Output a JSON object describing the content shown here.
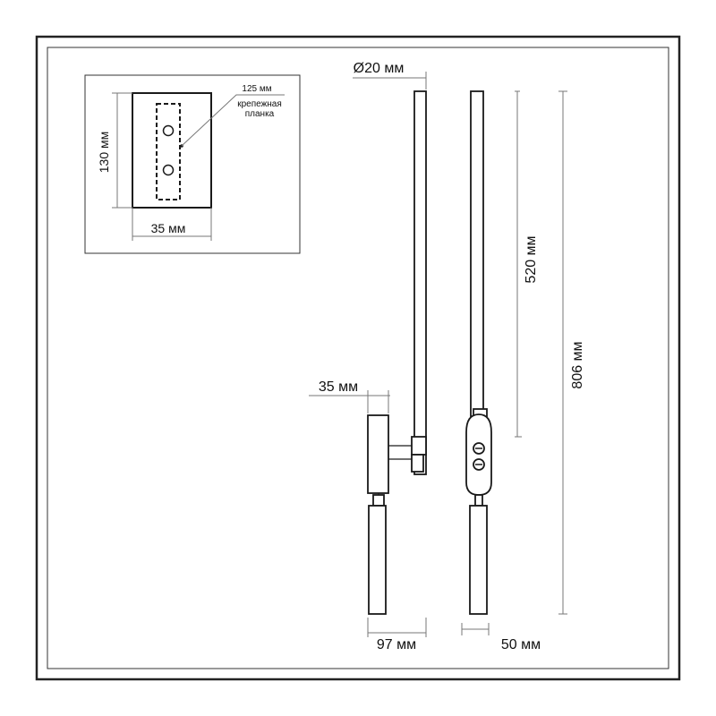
{
  "labels": {
    "plate_offset": "125 мм",
    "plate_name_1": "крепежная",
    "plate_name_2": "планка",
    "plate_height": "130 мм",
    "plate_width": "35 мм",
    "diameter": "Ø20 мм",
    "mount_depth": "35 мм",
    "upper_length": "520 мм",
    "total_length": "806 мм",
    "side_width": "97 мм",
    "front_width": "50 мм"
  },
  "colors": {
    "line": "#1a1a1a",
    "dimension": "#777777",
    "frame": "#222222",
    "background": "#ffffff"
  }
}
